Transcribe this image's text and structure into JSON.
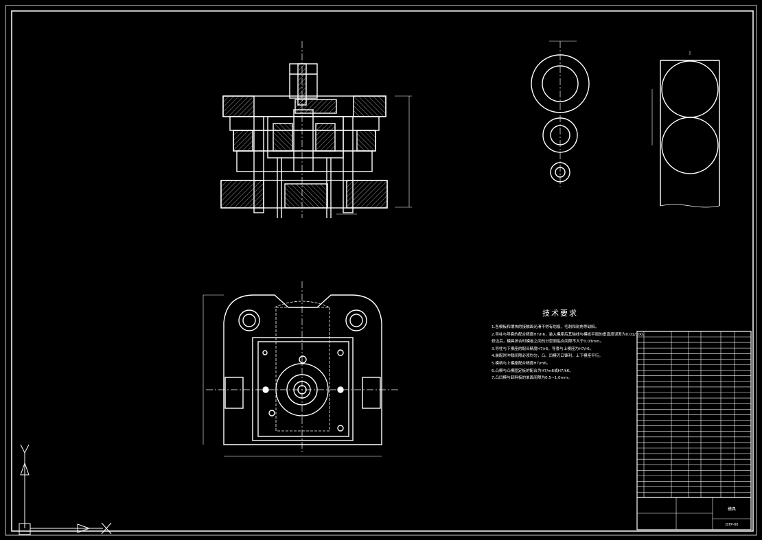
{
  "notes": {
    "title": "技术要求",
    "lines": [
      "1.各模板和镶块的接触面光滑不得有划痕、毛刺和锐角等缺陷。",
      "2.导柱与导套的配合精度H7/h6，装入模座后其轴线与模板平面的垂直度误差为0.01/100。",
      "  修边后，模具闭合时模板之间的分型面贴合间隙不大于0.03mm。",
      "3.导柱与下模座的配合精度H7/r6，导套与上模座为H7/r6。",
      "4.装配时冲裁间隙必须均匀，凸、凹模刃口锋利，上下模座平行。",
      "5.模柄与上模座配合精度H7/m6。",
      "6.凸模与凸模固定板的配合为H7/m6或H7/k6。",
      "7.凸凹模与卸料板的单面间隙为0.5~1.0mm。"
    ]
  },
  "title_block": {
    "drawing_name": "模具",
    "drawing_code": "JSTP-00"
  },
  "colors": {
    "background": "#000000",
    "line": "#ffffff"
  }
}
